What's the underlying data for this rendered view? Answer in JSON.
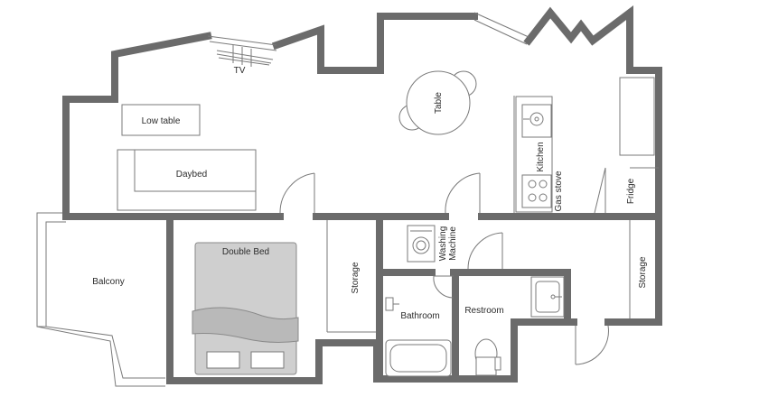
{
  "rooms": {
    "tv": "TV",
    "low_table": "Low table",
    "daybed": "Daybed",
    "table": "Table",
    "kitchen": "Kitchen",
    "gas_stove": "Gas stove",
    "fridge": "Fridge",
    "balcony": "Balcony",
    "double_bed": "Double Bed",
    "storage_bedroom": "Storage",
    "washing_machine_line1": "Washing",
    "washing_machine_line2": "Machine",
    "bathroom": "Bathroom",
    "restroom": "Restroom",
    "storage_entry": "Storage"
  },
  "colors": {
    "wall": "#6b6b6b",
    "bed": "#cfcfcf",
    "blanket": "#b9b9b9"
  }
}
